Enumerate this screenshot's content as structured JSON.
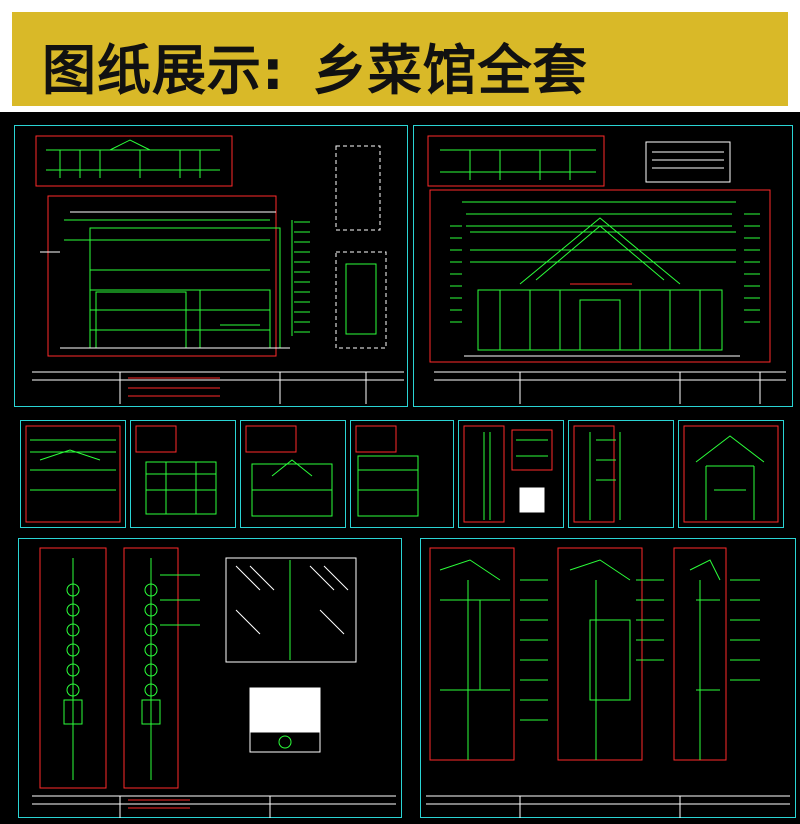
{
  "banner": {
    "prefix": "图纸展示:",
    "name": "乡菜馆全套"
  },
  "colors": {
    "banner_bg": "#d9b928",
    "cad_frame": "#2ad4d4",
    "cad_green": "#2bff3a",
    "cad_red": "#ff2a2a",
    "cad_white": "#ffffff"
  },
  "sheets": [
    {
      "kind": "elevation-small"
    },
    {
      "kind": "elevation-main"
    },
    {
      "kind": "section-detail"
    },
    {
      "kind": "front-elevation-a"
    },
    {
      "kind": "front-elevation-b"
    },
    {
      "kind": "side-elevation"
    },
    {
      "kind": "wall-section-a"
    },
    {
      "kind": "wall-section-b"
    },
    {
      "kind": "gate-detail"
    },
    {
      "kind": "lantern-columns"
    },
    {
      "kind": "eave-sections"
    }
  ]
}
